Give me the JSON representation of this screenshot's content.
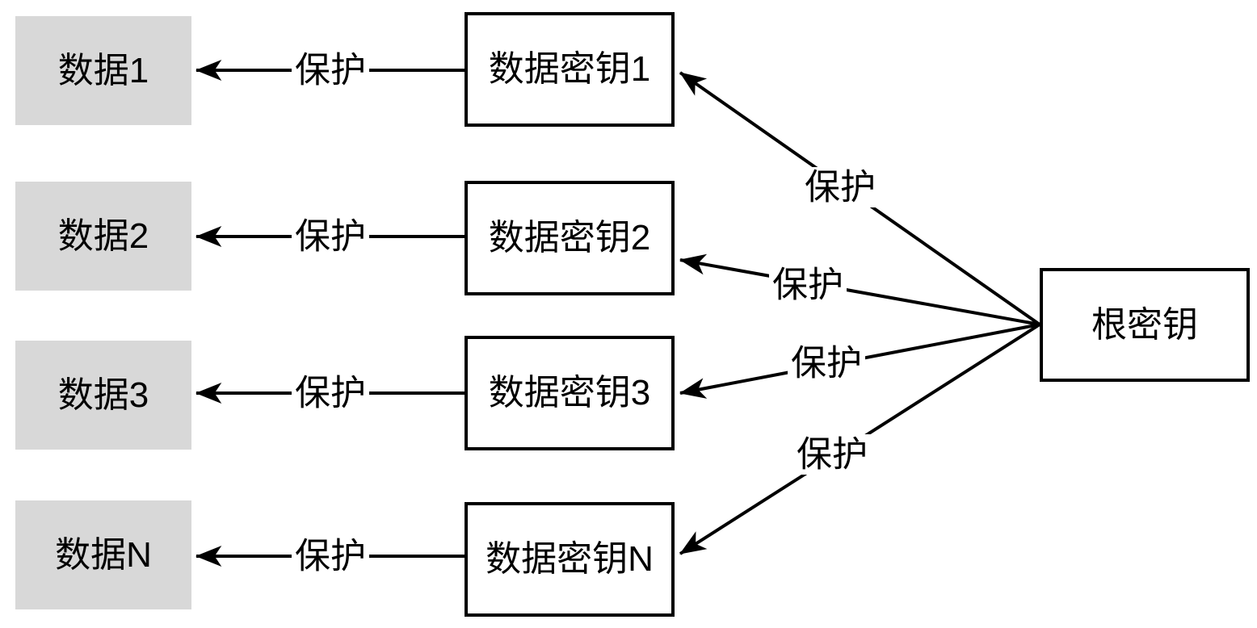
{
  "diagram": {
    "background_color": "#ffffff",
    "line_color": "#000000",
    "node_border_color": "#000000",
    "data_node_fill": "#d8d8d8",
    "key_node_fill": "#ffffff",
    "root_node": {
      "label": "根密钥"
    },
    "data_nodes": [
      {
        "label": "数据1"
      },
      {
        "label": "数据2"
      },
      {
        "label": "数据3"
      },
      {
        "label": "数据N"
      }
    ],
    "key_nodes": [
      {
        "label": "数据密钥1"
      },
      {
        "label": "数据密钥2"
      },
      {
        "label": "数据密钥3"
      },
      {
        "label": "数据密钥N"
      }
    ],
    "edges": {
      "root_to_keys": [
        {
          "from": "根密钥",
          "to": "数据密钥1",
          "label": "保护"
        },
        {
          "from": "根密钥",
          "to": "数据密钥2",
          "label": "保护"
        },
        {
          "from": "根密钥",
          "to": "数据密钥3",
          "label": "保护"
        },
        {
          "from": "根密钥",
          "to": "数据密钥N",
          "label": "保护"
        }
      ],
      "keys_to_data": [
        {
          "from": "数据密钥1",
          "to": "数据1",
          "label": "保护"
        },
        {
          "from": "数据密钥2",
          "to": "数据2",
          "label": "保护"
        },
        {
          "from": "数据密钥3",
          "to": "数据3",
          "label": "保护"
        },
        {
          "from": "数据密钥N",
          "to": "数据N",
          "label": "保护"
        }
      ]
    }
  }
}
